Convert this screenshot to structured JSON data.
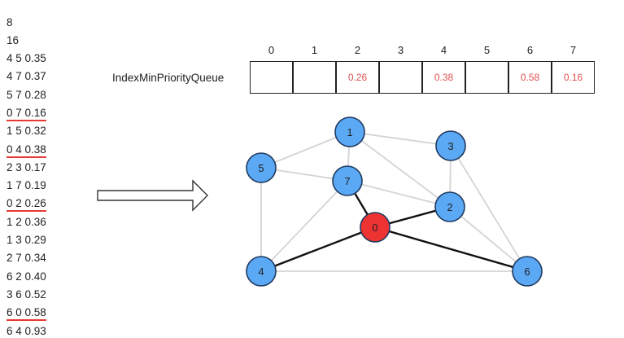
{
  "edges_input": {
    "vertex_count": "8",
    "edge_count": "16",
    "lines": [
      {
        "text": "4 5 0.35",
        "highlighted": false
      },
      {
        "text": "4 7 0.37",
        "highlighted": false
      },
      {
        "text": "5 7 0.28",
        "highlighted": false
      },
      {
        "text": "0 7 0.16",
        "highlighted": true
      },
      {
        "text": "1 5 0.32",
        "highlighted": false
      },
      {
        "text": "0 4 0.38",
        "highlighted": true
      },
      {
        "text": "2 3 0.17",
        "highlighted": false
      },
      {
        "text": "1 7 0.19",
        "highlighted": false
      },
      {
        "text": "0 2 0.26",
        "highlighted": true
      },
      {
        "text": "1 2 0.36",
        "highlighted": false
      },
      {
        "text": "1 3 0.29",
        "highlighted": false
      },
      {
        "text": "2 7 0.34",
        "highlighted": false
      },
      {
        "text": "6 2 0.40",
        "highlighted": false
      },
      {
        "text": "3 6 0.52",
        "highlighted": false
      },
      {
        "text": "6 0 0.58",
        "highlighted": true
      },
      {
        "text": "6 4 0.93",
        "highlighted": false
      }
    ],
    "highlight_color": "#e53935"
  },
  "queue": {
    "label": "IndexMinPriorityQueue",
    "indices": [
      "0",
      "1",
      "2",
      "3",
      "4",
      "5",
      "6",
      "7"
    ],
    "values": [
      "",
      "",
      "0.26",
      "",
      "0.38",
      "",
      "0.58",
      "0.16"
    ],
    "value_color": "#e05050"
  },
  "graph": {
    "nodes": [
      {
        "id": "0",
        "role": "current"
      },
      {
        "id": "1",
        "role": "normal"
      },
      {
        "id": "2",
        "role": "normal"
      },
      {
        "id": "3",
        "role": "normal"
      },
      {
        "id": "4",
        "role": "normal"
      },
      {
        "id": "5",
        "role": "normal"
      },
      {
        "id": "6",
        "role": "normal"
      },
      {
        "id": "7",
        "role": "normal"
      }
    ],
    "edges": [
      {
        "from": "4",
        "to": "5",
        "active": false
      },
      {
        "from": "4",
        "to": "7",
        "active": false
      },
      {
        "from": "5",
        "to": "7",
        "active": false
      },
      {
        "from": "0",
        "to": "7",
        "active": true
      },
      {
        "from": "1",
        "to": "5",
        "active": false
      },
      {
        "from": "0",
        "to": "4",
        "active": true
      },
      {
        "from": "2",
        "to": "3",
        "active": false
      },
      {
        "from": "1",
        "to": "7",
        "active": false
      },
      {
        "from": "0",
        "to": "2",
        "active": true
      },
      {
        "from": "1",
        "to": "2",
        "active": false
      },
      {
        "from": "1",
        "to": "3",
        "active": false
      },
      {
        "from": "2",
        "to": "7",
        "active": false
      },
      {
        "from": "6",
        "to": "2",
        "active": false
      },
      {
        "from": "3",
        "to": "6",
        "active": false
      },
      {
        "from": "6",
        "to": "0",
        "active": true
      },
      {
        "from": "6",
        "to": "4",
        "active": false
      }
    ],
    "colors": {
      "node_fill": "#5ba8f5",
      "current_fill": "#ee3333",
      "node_stroke": "#1f3a5f",
      "active_edge": "#111111",
      "inactive_edge": "#d4d4d4"
    }
  }
}
